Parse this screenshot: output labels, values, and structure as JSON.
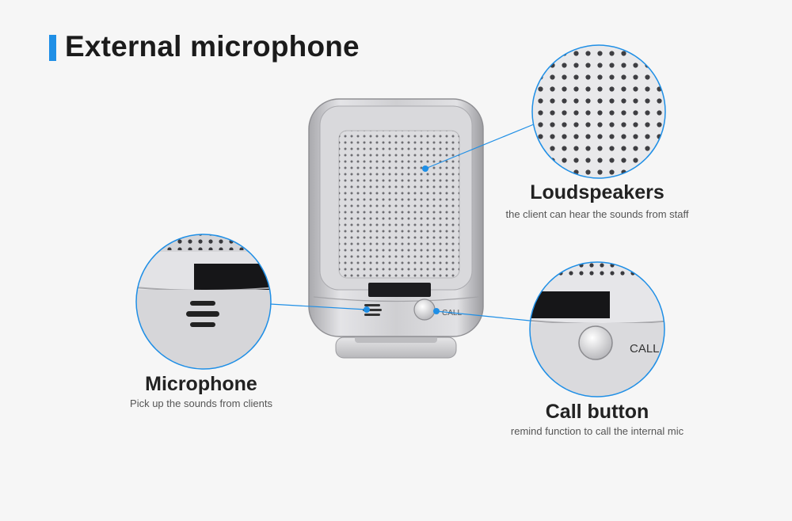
{
  "page": {
    "title": "External microphone"
  },
  "callouts": {
    "loudspeakers": {
      "title": "Loudspeakers",
      "description": "the client can hear the sounds from staff"
    },
    "microphone": {
      "title": "Microphone",
      "description": "Pick up the sounds from clients"
    },
    "call_button": {
      "title": "Call button",
      "description": "remind function to call the internal mic"
    }
  },
  "device": {
    "button_label": "CALL",
    "zoom_button_label": "CALL"
  },
  "colors": {
    "accent": "#1f8fe6",
    "device_silver": "#c9c9cc",
    "background": "#f6f6f6"
  }
}
